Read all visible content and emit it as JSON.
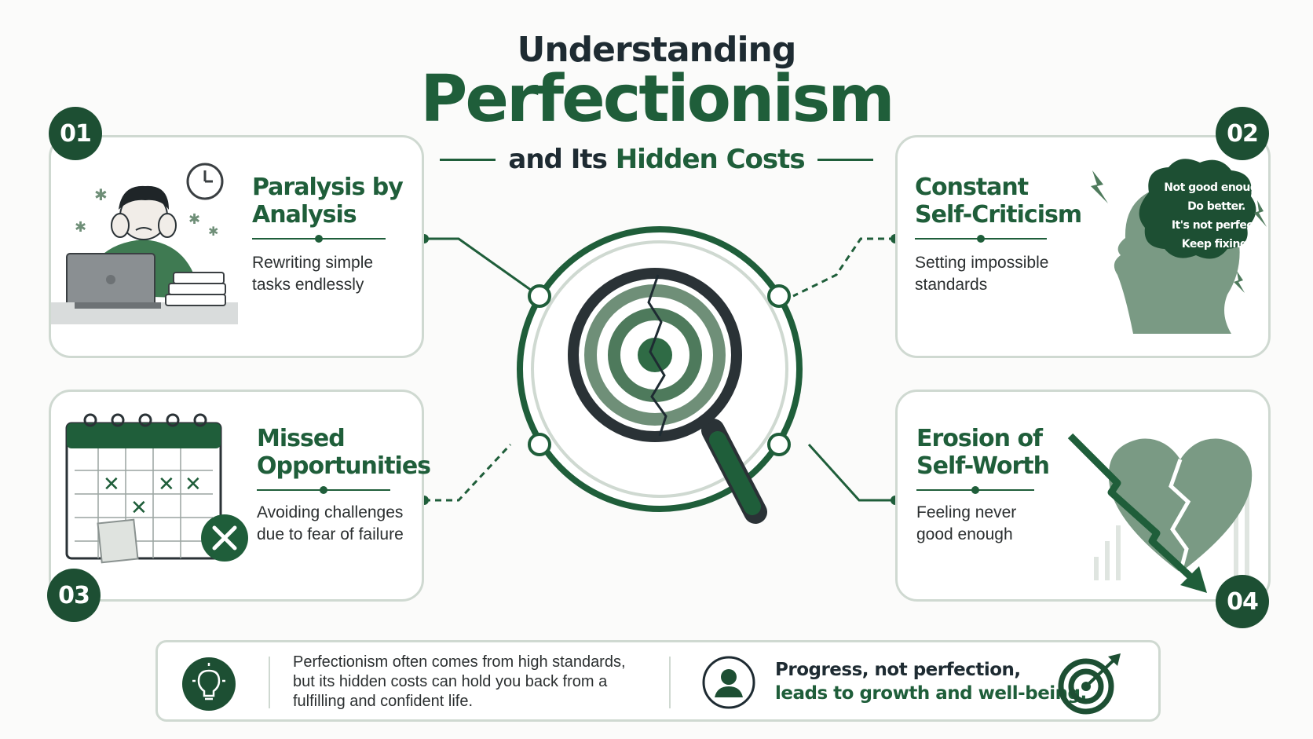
{
  "header": {
    "title_top": "Understanding",
    "title_main": "Perfectionism",
    "subtitle_prefix": "and Its",
    "subtitle_accent": "Hidden Costs"
  },
  "cards": [
    {
      "number": "01",
      "title_lines": [
        "Paralysis by",
        "Analysis"
      ],
      "desc_lines": [
        "Rewriting simple",
        "tasks endlessly"
      ]
    },
    {
      "number": "02",
      "title_lines": [
        "Constant",
        "Self-Criticism"
      ],
      "desc_lines": [
        "Setting impossible",
        "standards"
      ]
    },
    {
      "number": "03",
      "title_lines": [
        "Missed",
        "Opportunities"
      ],
      "desc_lines": [
        "Avoiding challenges",
        "due to fear of failure"
      ]
    },
    {
      "number": "04",
      "title_lines": [
        "Erosion of",
        "Self-Worth"
      ],
      "desc_lines": [
        "Feeling never",
        "good enough"
      ]
    }
  ],
  "thought_bubble": [
    "Not good enough.",
    "Do better.",
    "It's not perfect.",
    "Keep fixing."
  ],
  "footer": {
    "info_lines": [
      "Perfectionism often comes from high standards,",
      "but its hidden costs can hold you back from a",
      "fulfilling and confident life."
    ],
    "motto_line1": "Progress, not perfection,",
    "motto_line2": "leads to growth and well-being."
  },
  "colors": {
    "primary": "#1f5e3a",
    "dark": "#1d4f33",
    "text": "#1e2b32",
    "border": "#cfd9d1",
    "muted": "#7a9a84"
  },
  "icons": [
    "clock-icon",
    "laptop-icon",
    "books-icon",
    "calendar-icon",
    "x-circle-icon",
    "lightning-icon",
    "head-profile-icon",
    "broken-heart-icon",
    "down-arrow-icon",
    "magnifier-target-icon",
    "lightbulb-icon",
    "person-icon",
    "target-arrow-icon"
  ]
}
